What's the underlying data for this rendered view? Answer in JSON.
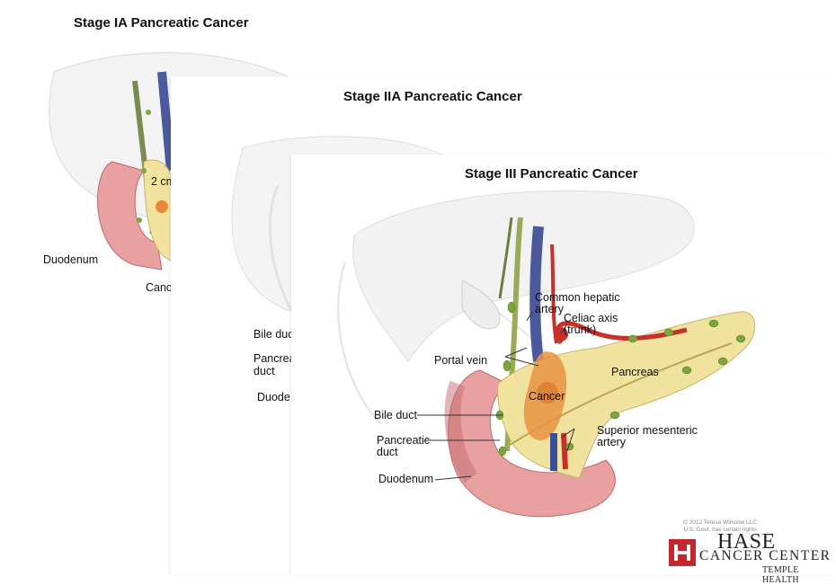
{
  "slides": {
    "stage1a": {
      "title": "Stage IA Pancreatic Cancer",
      "labels": {
        "size": "2 cm",
        "duodenum": "Duodenum",
        "cancer": "Canc"
      }
    },
    "stage2a": {
      "title": "Stage IIA Pancreatic Cancer",
      "labels": {
        "bile_duct": "Bile duc",
        "pancreatic_duct_1": "Pancrea",
        "pancreatic_duct_2": "duct",
        "duodenum": "Duode"
      }
    },
    "stage3": {
      "title": "Stage III Pancreatic Cancer",
      "labels": {
        "common_hepatic_1": "Common hepatic",
        "common_hepatic_2": "artery",
        "celiac_1": "Celiac axis",
        "celiac_2": "(trunk)",
        "portal_vein": "Portal vein",
        "pancreas": "Pancreas",
        "cancer": "Cancer",
        "bile_duct": "Bile duct",
        "pancreatic_duct_1": "Pancreatic",
        "pancreatic_duct_2": "duct",
        "sma_1": "Superior mesenteric",
        "sma_2": "artery",
        "duodenum": "Duodenum"
      }
    }
  },
  "copyright": {
    "line1": "© 2012 Terese Winslow LLC",
    "line2": "U.S. Govt. has certain rights"
  },
  "logo": {
    "name": "HASE",
    "center": "CANCER CENTER",
    "org": "TEMPLE HEALTH"
  },
  "colors": {
    "duodenum": "#e8a1a0",
    "pancreas": "#f2e2a0",
    "artery": "#c8302c",
    "vein": "#4a5a9c",
    "node": "#7aa63c",
    "liver": "#f1f1f1",
    "logo_red": "#c4262e"
  }
}
